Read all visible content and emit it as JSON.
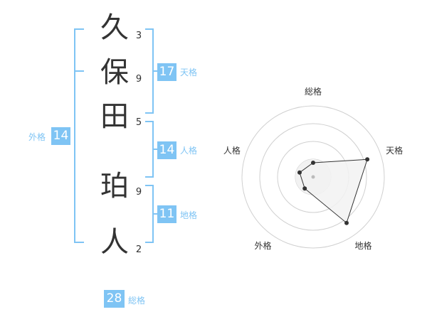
{
  "name": {
    "characters": [
      "久",
      "保",
      "田",
      "珀",
      "人"
    ],
    "strokes": [
      "3",
      "9",
      "5",
      "9",
      "2"
    ]
  },
  "kakusuu": {
    "tenkaku": {
      "value": "17",
      "label": "天格"
    },
    "jinkaku": {
      "value": "14",
      "label": "人格"
    },
    "chikaku": {
      "value": "11",
      "label": "地格"
    },
    "gaikaku": {
      "value": "14",
      "label": "外格"
    },
    "soukaku": {
      "value": "28",
      "label": "総格"
    }
  },
  "chart_data": {
    "type": "radar",
    "axes": [
      "総格",
      "天格",
      "地格",
      "外格",
      "人格"
    ],
    "values": [
      0.2,
      0.8,
      0.8,
      0.2,
      0.2
    ],
    "range": [
      0,
      1
    ],
    "rings": 4,
    "colors": {
      "fill": "#f2f2f2",
      "stroke": "#333333",
      "grid": "#d0d0d0",
      "center": "#bbbbbb"
    }
  }
}
